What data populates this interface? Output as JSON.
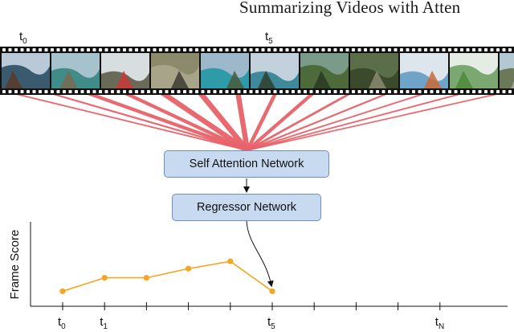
{
  "header": {
    "title": "Summarizing Videos with Atten"
  },
  "film": {
    "top_labels": [
      {
        "base": "t",
        "sub": "0"
      },
      {
        "base": "t",
        "sub": "5"
      }
    ],
    "frames": [
      {
        "scene": "aerial-lake-paraglider",
        "sky": "#b9c9d8",
        "ground": "#3a5a6e",
        "accent": "#5a3a2a"
      },
      {
        "scene": "lake-shore-feet",
        "sky": "#a6c2cc",
        "ground": "#3f8c88",
        "accent": "#7a6a50"
      },
      {
        "scene": "cliff-and-wing",
        "sky": "#d8dde0",
        "ground": "#6a6a58",
        "accent": "#c83838"
      },
      {
        "scene": "cliff-face",
        "sky": "#8b8a6a",
        "ground": "#a8a48a",
        "accent": "#3c3c30"
      },
      {
        "scene": "turquoise-lake",
        "sky": "#9cb8c9",
        "ground": "#2f9aa8",
        "accent": "#4a5a3a"
      },
      {
        "scene": "mountain-lake",
        "sky": "#c3d1dc",
        "ground": "#3e8a9a",
        "accent": "#2e3e2a"
      },
      {
        "scene": "green-valley",
        "sky": "#7a9a8a",
        "ground": "#4c6a3a",
        "accent": "#2a3a22"
      },
      {
        "scene": "forest-slope",
        "sky": "#5a6e4a",
        "ground": "#3a4a2a",
        "accent": "#8a8a70"
      },
      {
        "scene": "canopy-fisheye",
        "sky": "#dce6ec",
        "ground": "#6fa3c8",
        "accent": "#c86a3a"
      },
      {
        "scene": "green-canopy",
        "sky": "#e4ece4",
        "ground": "#7aa870",
        "accent": "#4c8a3a"
      },
      {
        "scene": "valley-descent",
        "sky": "#b4c8d4",
        "ground": "#6a7a58",
        "accent": "#a8a8a0"
      }
    ],
    "attention_weights": [
      0.15,
      0.2,
      0.55,
      0.55,
      0.9,
      0.95,
      0.9,
      0.6,
      0.55,
      0.3,
      0.2,
      0.15,
      0.15,
      0.12
    ],
    "colors": {
      "attention": "#e8626a",
      "film": "#111111"
    }
  },
  "boxes": {
    "self_attention": "Self Attention Network",
    "regressor": "Regressor Network",
    "fill": "#c8daf0",
    "border": "#6c8fbf"
  },
  "plot": {
    "ylabel": "Frame Score",
    "line_color": "#f5a623",
    "scores": [
      0.18,
      0.4,
      0.4,
      0.55,
      0.67,
      0.18
    ],
    "score_ticks": [
      0,
      1,
      2,
      3,
      4,
      5
    ],
    "total_ticks": 10,
    "x_labels": [
      {
        "tick": 0,
        "base": "t",
        "sub": "0"
      },
      {
        "tick": 1,
        "base": "t",
        "sub": "1"
      },
      {
        "tick": 5,
        "base": "t",
        "sub": "5"
      },
      {
        "tick": 9,
        "base": "t",
        "sub": "N"
      }
    ]
  }
}
